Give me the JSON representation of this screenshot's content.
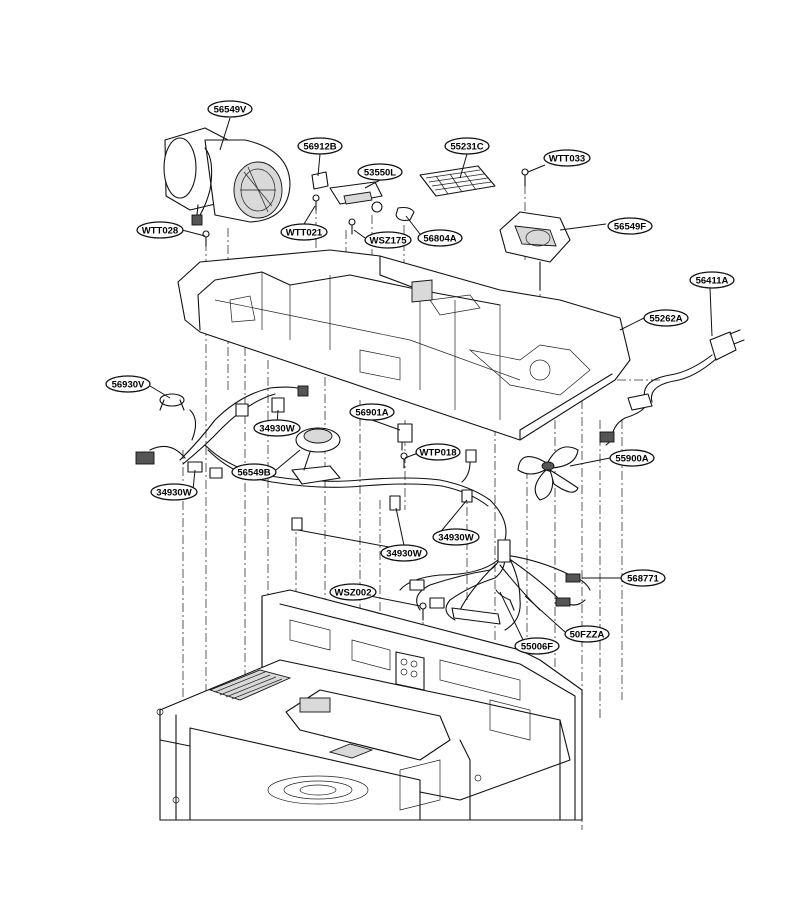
{
  "parts": {
    "p56549V": "56549V",
    "p56912B": "56912B",
    "p53550L": "53550L",
    "p55231C": "55231C",
    "pWTT033": "WTT033",
    "pWTT028": "WTT028",
    "pWTT021": "WTT021",
    "pWSZ175": "WSZ175",
    "p56804A": "56804A",
    "p56549F": "56549F",
    "p56411A": "56411A",
    "p55262A": "55262A",
    "p56930V": "56930V",
    "p56901A": "56901A",
    "p34930W_a": "34930W",
    "pWTP018": "WTP018",
    "p56549B": "56549B",
    "p55900A": "55900A",
    "p34930W_b": "34930W",
    "p34930W_c": "34930W",
    "p34930W_d": "34930W",
    "pWSZ002": "WSZ002",
    "p568771": "568771",
    "p50FZZA": "50FZZA",
    "p55006F": "55006F"
  }
}
